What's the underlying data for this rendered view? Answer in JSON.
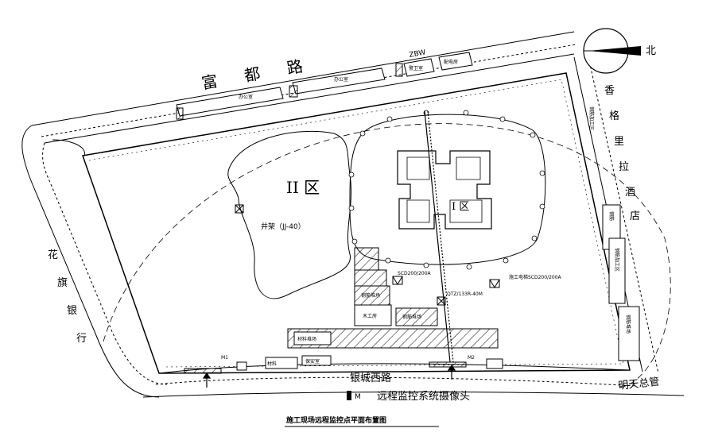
{
  "roads": {
    "north": "富 都 路",
    "north_tag": "ZBW",
    "west": [
      "花",
      "旗",
      "银",
      "行"
    ],
    "east": [
      "香",
      "格",
      "里",
      "拉",
      "酒",
      "店"
    ],
    "south": "银城西路",
    "southeast": "明天总管"
  },
  "north_arrow": "北",
  "zones": {
    "zone1": "I 区",
    "zone2": "II 区"
  },
  "wells": {
    "well_label": "井架（JJ-40）"
  },
  "cranes": {
    "crane_center": "SCD200/200A",
    "crane_east": "SCD200/200A",
    "crane_east_prefix": "施工电梯",
    "crane_mid": "QTZ/133R-40M"
  },
  "small_labels": {
    "north_shed_1": "办公室",
    "north_shed_2": "办公室",
    "north_shed_3": "警卫室",
    "north_shed_4": "配电房",
    "east_col_1": "钢筋加工区",
    "east_col_2": "钢筋",
    "east_col_3": "钢筋加工区",
    "east_col_4": "钢筋堆场",
    "center_block_1": "钢筋堆场",
    "center_block_2": "木工房",
    "center_block_3": "钢筋堆场",
    "bottom_block": "材料堆场",
    "gate_1": "M1",
    "gate_2": "M2",
    "misc_s1": "材料",
    "misc_s2": "保安室"
  },
  "legend": {
    "symbol": "M",
    "text": "远程监控系统摄像头"
  },
  "title": "施工现场远程监控点平面布置图"
}
